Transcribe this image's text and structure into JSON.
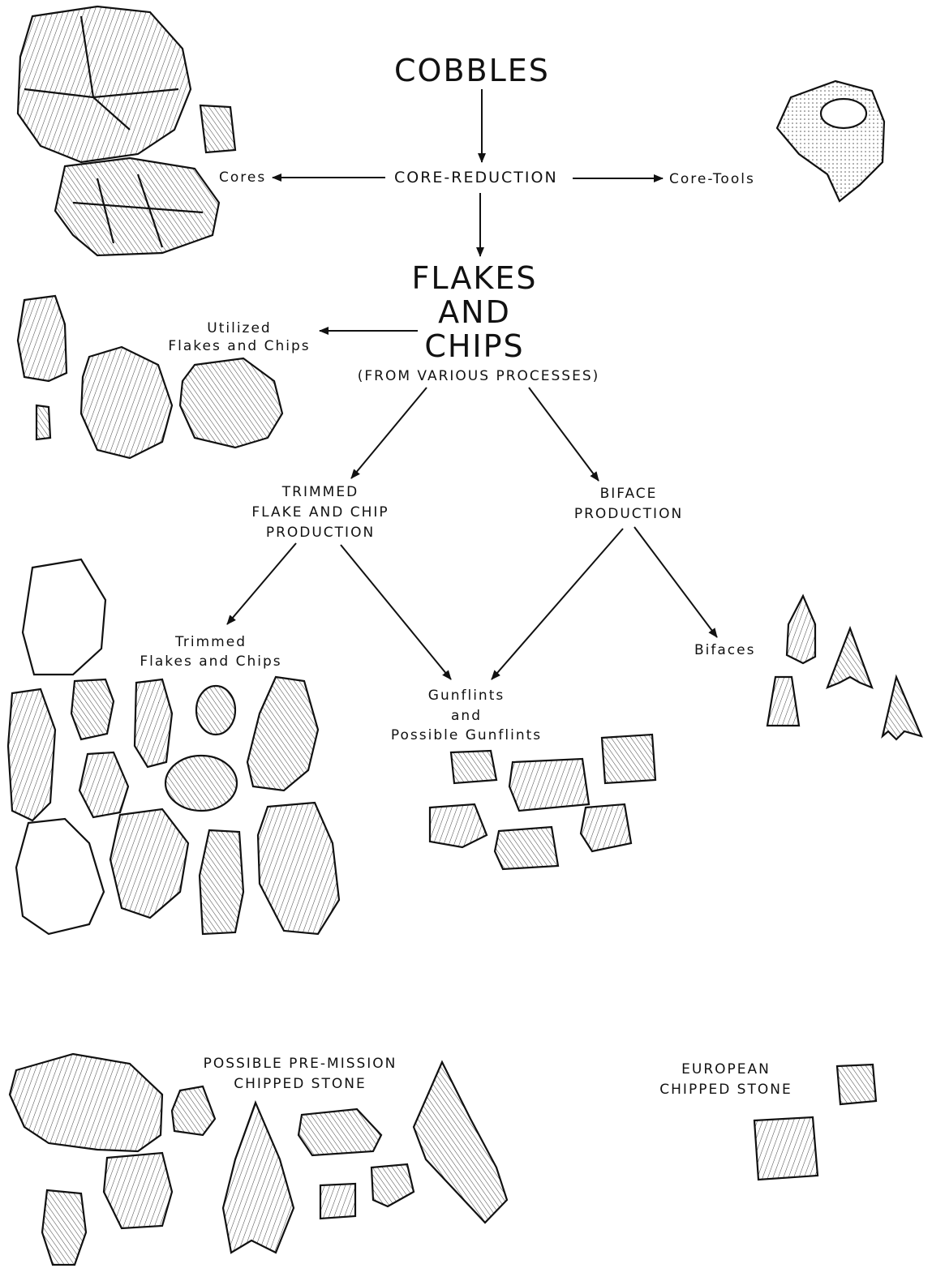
{
  "diagram": {
    "top": "COBBLES",
    "core_reduction": "CORE-REDUCTION",
    "cores": "Cores",
    "core_tools": "Core-Tools",
    "flakes": [
      "FLAKES",
      "AND",
      "CHIPS"
    ],
    "various": "(FROM VARIOUS PROCESSES)",
    "utilized": [
      "Utilized",
      "Flakes and Chips"
    ],
    "trimmed_prod": [
      "TRIMMED",
      "FLAKE AND CHIP",
      "PRODUCTION"
    ],
    "biface_prod": [
      "BIFACE",
      "PRODUCTION"
    ],
    "trimmed": [
      "Trimmed",
      "Flakes and Chips"
    ],
    "gunflints": [
      "Gunflints",
      "and",
      "Possible Gunflints"
    ],
    "bifaces": "Bifaces",
    "premission": [
      "POSSIBLE PRE-MISSION",
      "CHIPPED STONE"
    ],
    "european": [
      "EUROPEAN",
      "CHIPPED STONE"
    ]
  },
  "edges": [
    {
      "from": "COBBLES",
      "to": "CORE-REDUCTION"
    },
    {
      "from": "CORE-REDUCTION",
      "to": "Cores"
    },
    {
      "from": "CORE-REDUCTION",
      "to": "Core-Tools"
    },
    {
      "from": "CORE-REDUCTION",
      "to": "FLAKES AND CHIPS"
    },
    {
      "from": "FLAKES AND CHIPS",
      "to": "Utilized Flakes and Chips"
    },
    {
      "from": "FLAKES AND CHIPS",
      "to": "TRIMMED FLAKE AND CHIP PRODUCTION"
    },
    {
      "from": "FLAKES AND CHIPS",
      "to": "BIFACE PRODUCTION"
    },
    {
      "from": "TRIMMED FLAKE AND CHIP PRODUCTION",
      "to": "Trimmed Flakes and Chips"
    },
    {
      "from": "TRIMMED FLAKE AND CHIP PRODUCTION",
      "to": "Gunflints and Possible Gunflints"
    },
    {
      "from": "BIFACE PRODUCTION",
      "to": "Gunflints and Possible Gunflints"
    },
    {
      "from": "BIFACE PRODUCTION",
      "to": "Bifaces"
    }
  ]
}
